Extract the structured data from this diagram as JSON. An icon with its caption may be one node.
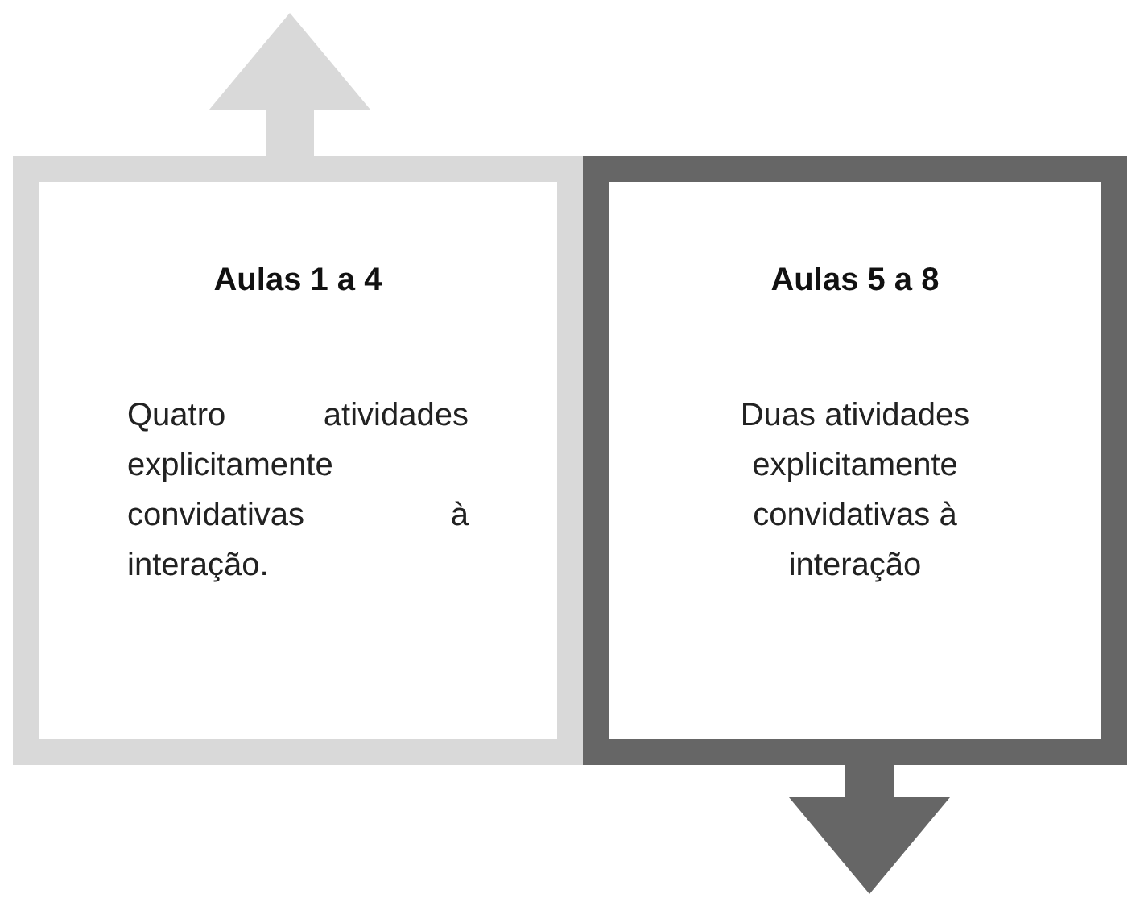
{
  "diagram": {
    "nodes": [
      {
        "text": [
          "Aulas 1 a 4",
          "Quatro atividades explicitamente convidativas à interação."
        ]
      },
      {
        "text": [
          "Aulas 5 a 8",
          "Duas atividades explicitamente convidativas à interação"
        ]
      }
    ],
    "edges": [
      {
        "from": null,
        "to": 0,
        "arrow": "to",
        "color": "#d9d9d9"
      },
      {
        "from": null,
        "to": 1,
        "arrow": "to",
        "color": "#666666"
      }
    ]
  }
}
